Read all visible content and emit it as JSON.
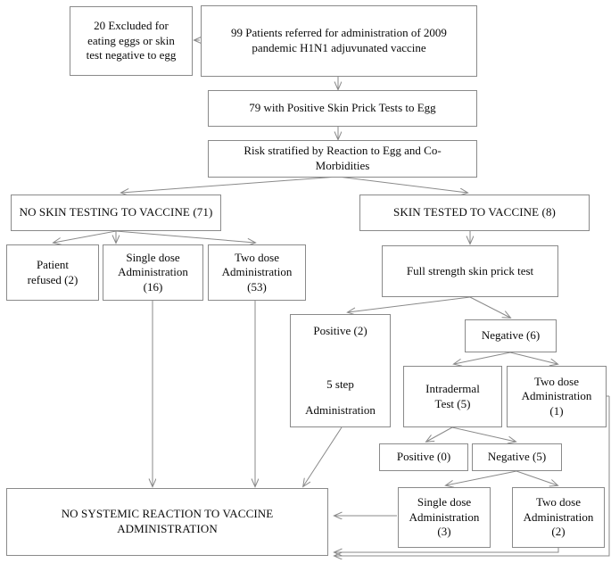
{
  "diagram": {
    "title": "H1N1 vaccine administration flowchart",
    "line_color": "#8a8a8a",
    "text_color": "#0a0a0a",
    "nodes": {
      "excluded": "20 Excluded for\neating eggs or skin\ntest negative to egg",
      "referred": "99 Patients referred for administration of 2009\npandemic H1N1   adjuvunated vaccine",
      "positive_skin_prick": "79 with Positive Skin Prick Tests to Egg",
      "risk_stratified": "Risk stratified by Reaction to Egg and Co-\nMorbidities",
      "no_skin_testing": "NO SKIN TESTING TO VACCINE (71)",
      "skin_tested": "SKIN TESTED TO VACCINE (8)",
      "patient_refused": "Patient\nrefused (2)",
      "single_dose_16": "Single dose\nAdministration\n(16)",
      "two_dose_53": "Two dose\nAdministration\n(53)",
      "full_strength": "Full strength skin prick test",
      "positive_2": "Positive (2)\n\n5 step\nAdministration",
      "negative_6": "Negative (6)",
      "intradermal_5": "Intradermal\nTest (5)",
      "two_dose_1": "Two dose\nAdministration\n(1)",
      "positive_0": "Positive (0)",
      "negative_5": "Negative (5)",
      "single_dose_3": "Single dose\nAdministration\n(3)",
      "two_dose_2": "Two dose\nAdministration\n(2)",
      "no_systemic_reaction": "NO SYSTEMIC REACTION TO VACCINE\nADMINISTRATION"
    }
  }
}
